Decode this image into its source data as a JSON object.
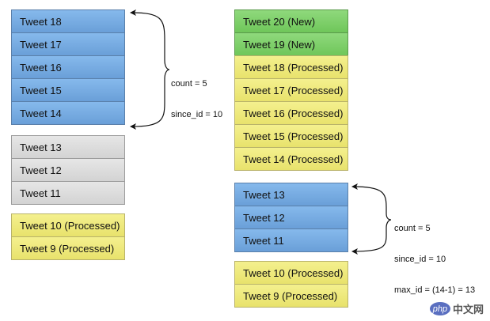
{
  "left_column": {
    "top_group": [
      "Tweet 18",
      "Tweet 17",
      "Tweet 16",
      "Tweet 15",
      "Tweet 14"
    ],
    "middle_group": [
      "Tweet 13",
      "Tweet 12",
      "Tweet 11"
    ],
    "bottom_group": [
      "Tweet 10 (Processed)",
      "Tweet 9 (Processed)"
    ],
    "annotation": {
      "line1": "count = 5",
      "line2": "since_id = 10"
    }
  },
  "right_column": {
    "top_group": [
      "Tweet 20 (New)",
      "Tweet 19 (New)",
      "Tweet 18 (Processed)",
      "Tweet 17 (Processed)",
      "Tweet 16 (Processed)",
      "Tweet 15 (Processed)",
      "Tweet 14 (Processed)"
    ],
    "middle_group": [
      "Tweet 13",
      "Tweet 12",
      "Tweet 11"
    ],
    "bottom_group": [
      "Tweet 10 (Processed)",
      "Tweet 9 (Processed)"
    ],
    "annotation": {
      "line1": "count = 5",
      "line2": "since_id = 10",
      "line3": "max_id = (14-1) = 13"
    }
  },
  "watermark": {
    "badge": "php",
    "site": "中文网"
  },
  "colors": {
    "blue": "#6a9fd8",
    "gray": "#d3d3d3",
    "yellow": "#e8e26c",
    "green": "#6fc65a"
  }
}
